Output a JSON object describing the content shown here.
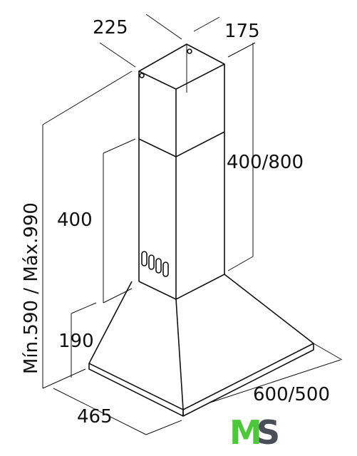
{
  "dimensions": {
    "chimney_depth": "225",
    "chimney_width": "175",
    "chimney_height": "400/800",
    "body_height": "400",
    "total_height": "Mín.590 / Máx.990",
    "canopy_height": "190",
    "hood_depth": "465",
    "hood_width": "600/500"
  },
  "logo": {
    "m": "M",
    "s": "S"
  },
  "colors": {
    "line": "#111111",
    "logo_green": "#4cc83a",
    "logo_gray": "#4a4e57"
  },
  "icons": [
    "extractor-hood-drawing",
    "vent-slots-icon",
    "ms-logo"
  ]
}
